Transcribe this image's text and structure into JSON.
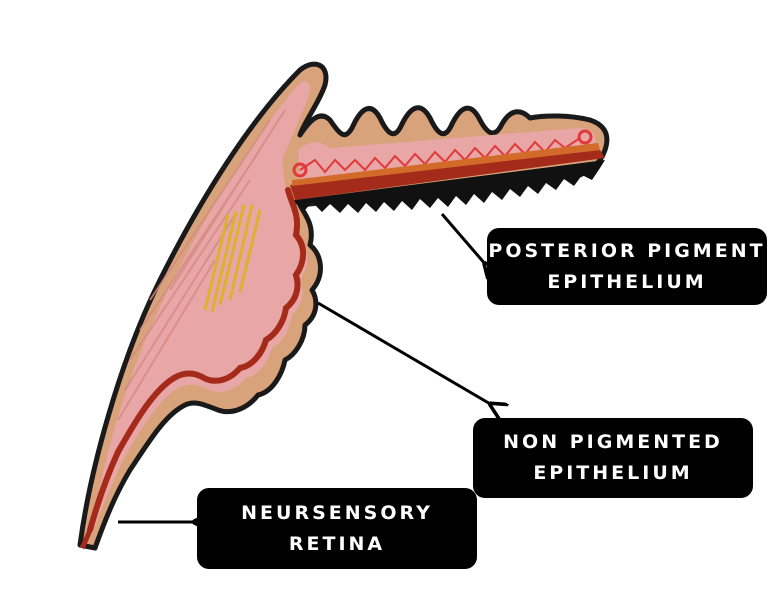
{
  "labels": {
    "posterior_pigment": {
      "line1": "POSTERIOR PIGMENT",
      "line2": "EPITHELIUM"
    },
    "non_pigmented": {
      "line1": "NON PIGMENTED",
      "line2": "EPITHELIUM"
    },
    "neurosensory": {
      "line1": "NEURSENSORY",
      "line2": "RETINA"
    }
  },
  "colors": {
    "outline": "#1a1a1a",
    "tissue_pink": "#e8a6a6",
    "outer_tan": "#d8a37a",
    "dark_red": "#a42a1a",
    "bright_red": "#e23a3a",
    "yellow": "#d9b330",
    "label_bg": "#000000",
    "label_text": "#ffffff"
  }
}
